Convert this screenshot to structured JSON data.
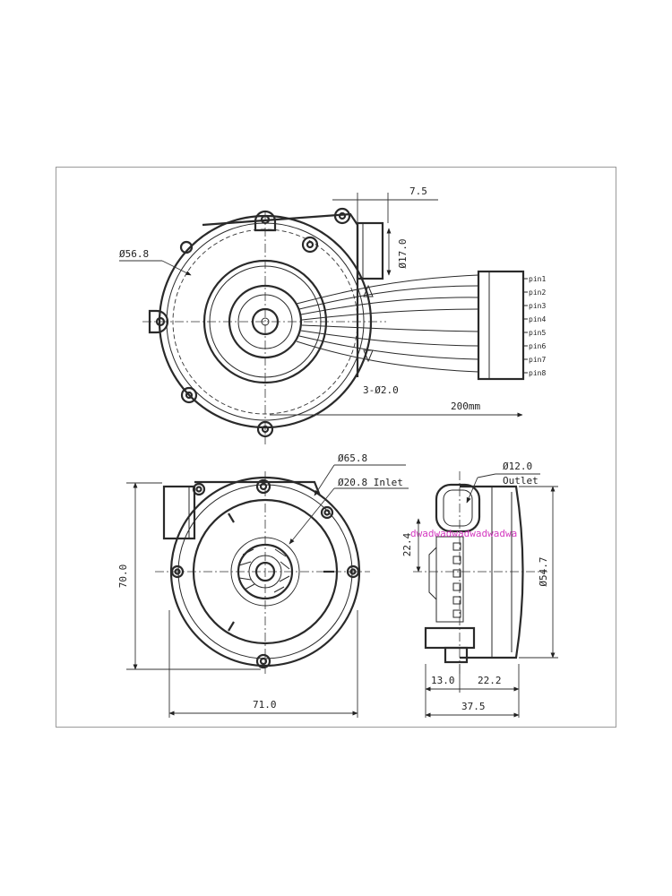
{
  "dims": {
    "d_housing_top": "Ø56.8",
    "d_outlet": "Ø17.0",
    "d_offset": "7.5",
    "d_holes": "3-Ø2.0",
    "cable": "200mm",
    "d_body": "Ø65.8",
    "d_inlet": "Ø20.8 Inlet",
    "height": "70.0",
    "width": "71.0",
    "d_outlet_side": "Ø12.0",
    "outlet_label": "Outlet",
    "side_22_4": "22.4",
    "side_54_7": "Ø54.7",
    "side_13_0": "13.0",
    "side_22_2": "22.2",
    "side_37_5": "37.5"
  },
  "pins": [
    "pin1",
    "pin2",
    "pin3",
    "pin4",
    "pin5",
    "pin6",
    "pin7",
    "pin8"
  ],
  "watermark": "dwadwadwadwadwadwa"
}
